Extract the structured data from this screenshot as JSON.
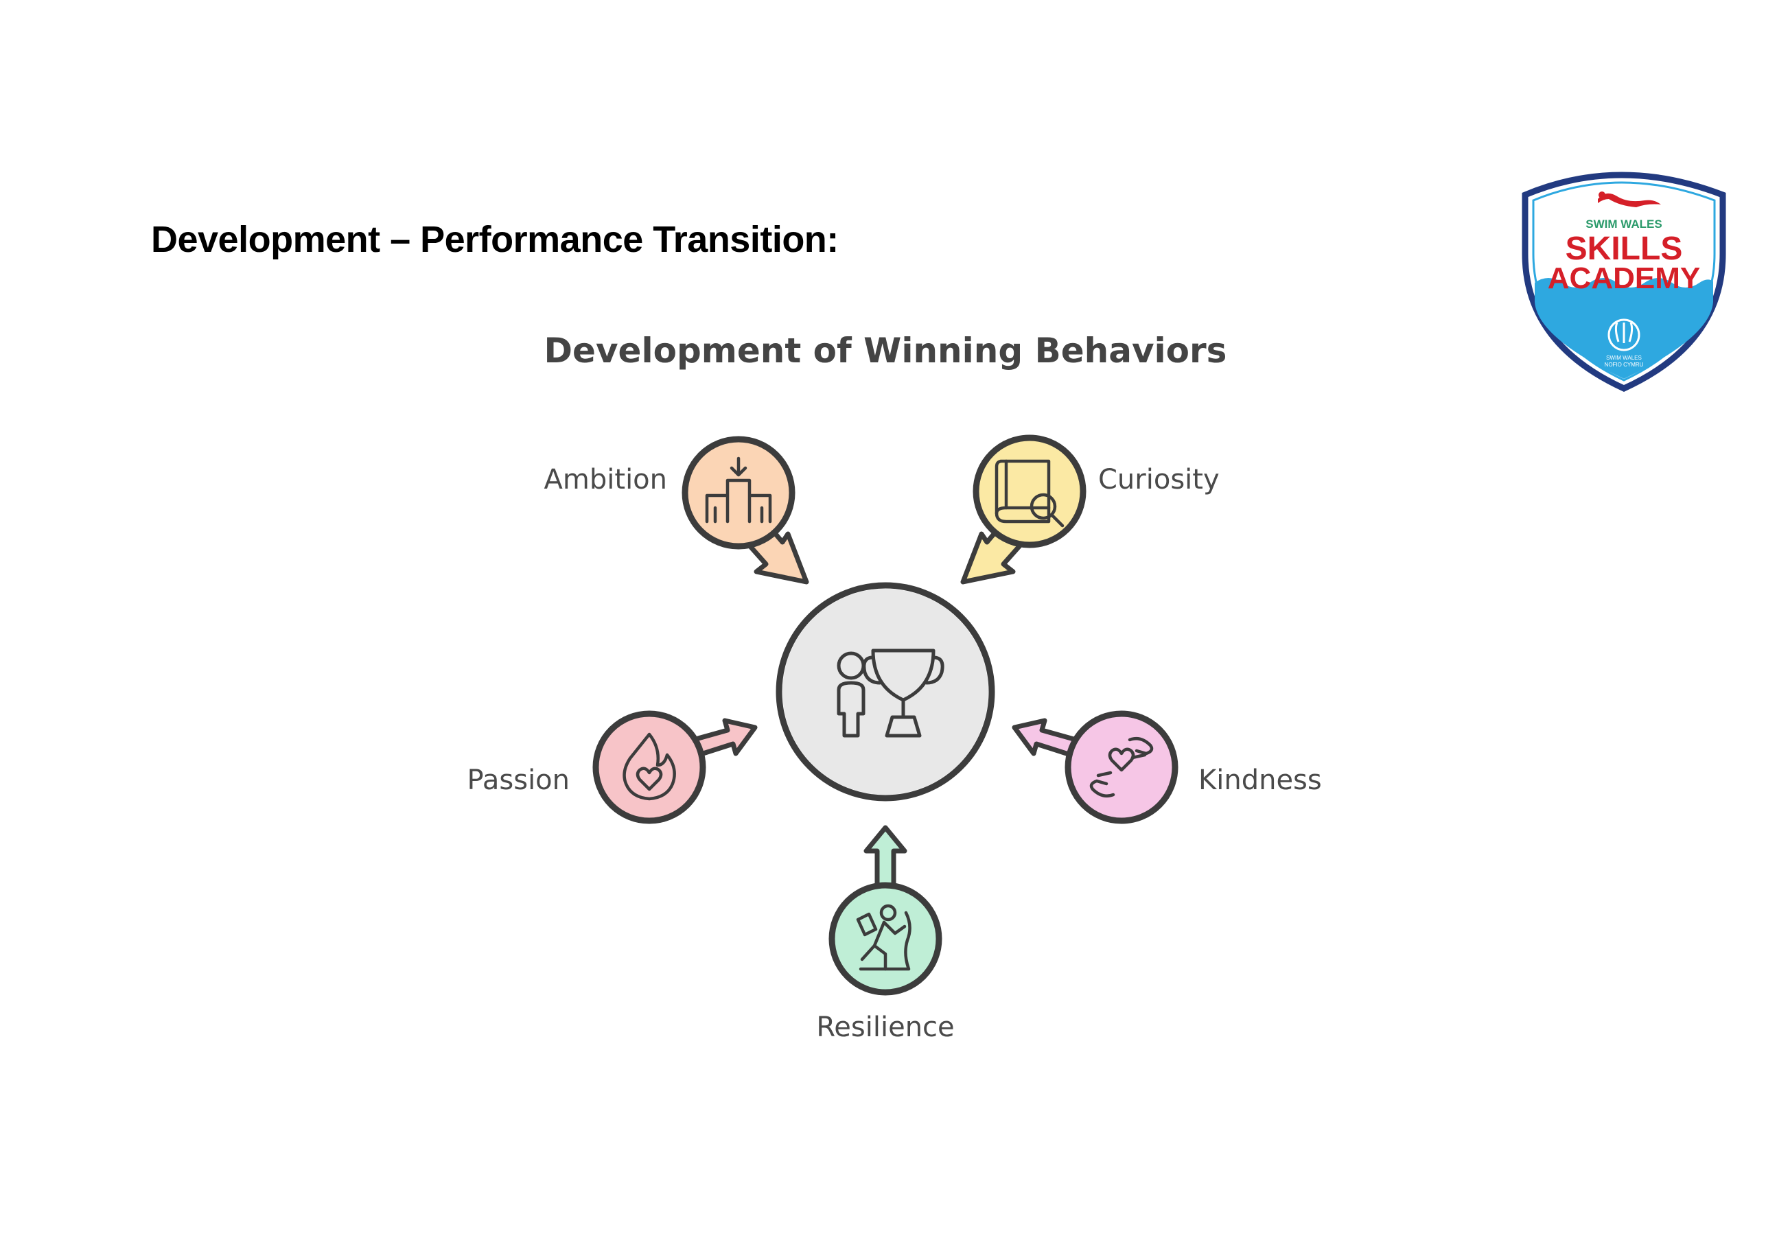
{
  "heading": "Development – Performance Transition:",
  "diagram": {
    "title": "Development of Winning Behaviors",
    "nodes": [
      {
        "id": "ambition",
        "label": "Ambition",
        "color": "#fbd5b5",
        "icon": "podium-icon"
      },
      {
        "id": "curiosity",
        "label": "Curiosity",
        "color": "#fbe9a4",
        "icon": "book-search-icon"
      },
      {
        "id": "passion",
        "label": "Passion",
        "color": "#f7c4c8",
        "icon": "flame-heart-icon"
      },
      {
        "id": "kindness",
        "label": "Kindness",
        "color": "#f6c6e6",
        "icon": "hands-heart-icon"
      },
      {
        "id": "resilience",
        "label": "Resilience",
        "color": "#bfeed6",
        "icon": "climber-icon"
      }
    ],
    "center": {
      "color": "#e8e8e8",
      "icon": "person-trophy-icon"
    }
  },
  "logo": {
    "top_text": "SWIM WALES",
    "line1": "SKILLS",
    "line2": "ACADEMY",
    "bottom_text_1": "SWIM WALES",
    "bottom_text_2": "NOFIO CYMRU",
    "colors": {
      "border": "#223a80",
      "red": "#d51f28",
      "water": "#2ea8e0"
    }
  }
}
